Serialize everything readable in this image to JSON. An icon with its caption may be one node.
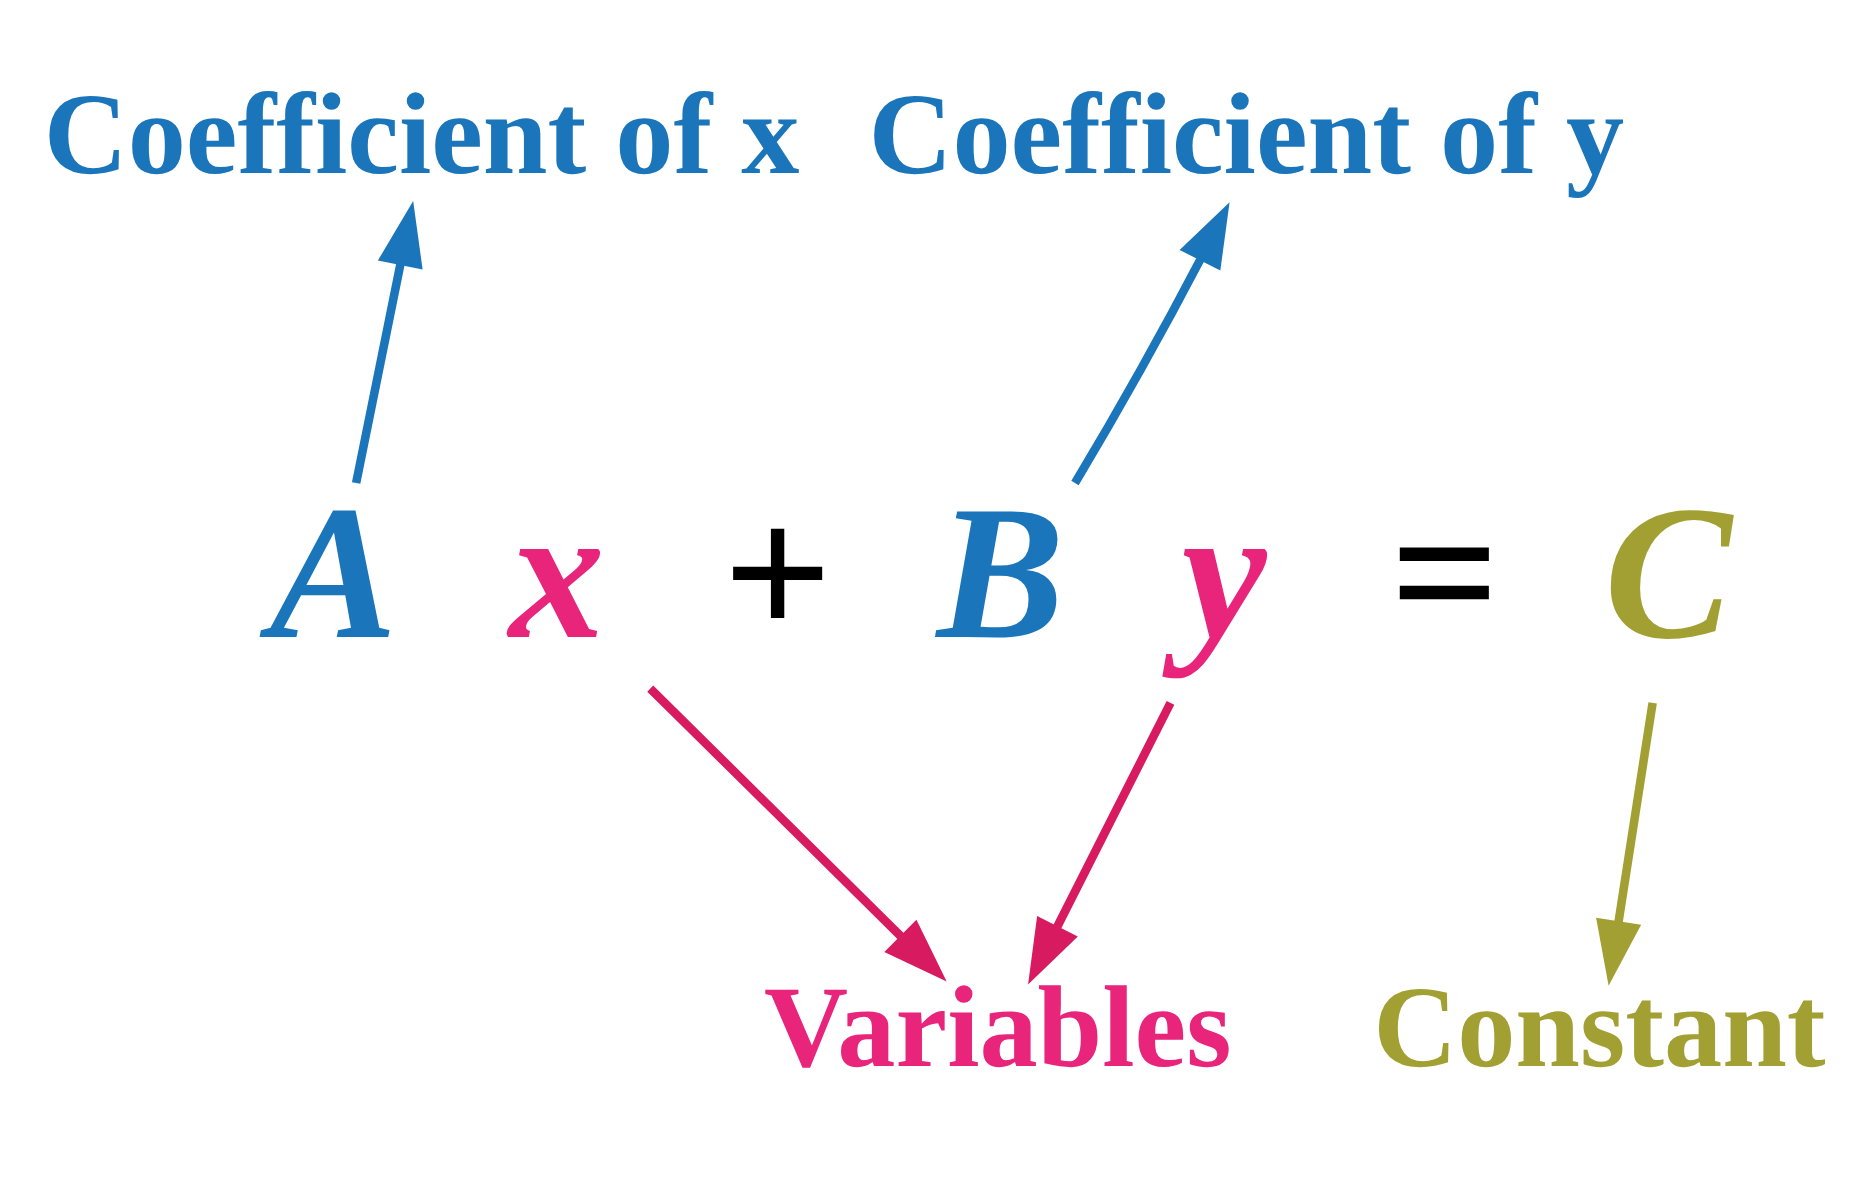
{
  "diagram": {
    "nodes": [
      {
        "text": [
          "Coefficient of x"
        ]
      },
      {
        "text": [
          "Coefficient of y"
        ]
      },
      {
        "text": [
          "A"
        ]
      },
      {
        "text": [
          "x"
        ]
      },
      {
        "text": [
          "B"
        ]
      },
      {
        "text": [
          "y"
        ]
      },
      {
        "text": [
          "C"
        ]
      },
      {
        "text": [
          "Variables"
        ]
      },
      {
        "text": [
          "Constant"
        ]
      }
    ],
    "edges": [
      {
        "from": 2,
        "to": 0,
        "arrow": "to",
        "color": "#1a75bb"
      },
      {
        "from": 4,
        "to": 1,
        "arrow": "to",
        "color": "#1a75bb"
      },
      {
        "from": 3,
        "to": 7,
        "arrow": "to",
        "color": "#d81b60"
      },
      {
        "from": 5,
        "to": 7,
        "arrow": "to",
        "color": "#d81b60"
      },
      {
        "from": 6,
        "to": 8,
        "arrow": "to",
        "color": "#a3a033"
      }
    ],
    "labels": [
      "+",
      "="
    ]
  }
}
